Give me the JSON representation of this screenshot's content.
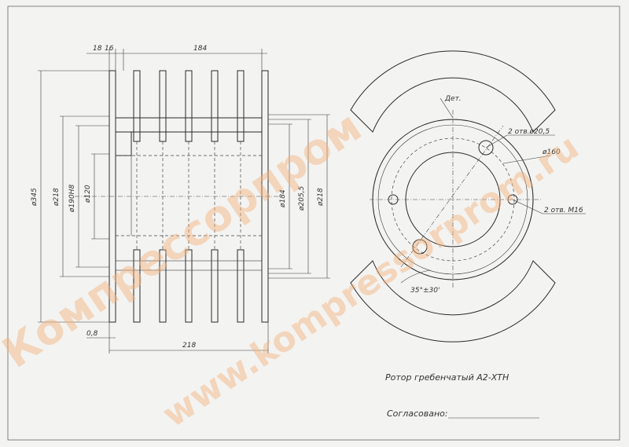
{
  "drawing": {
    "dims": {
      "d18": "18",
      "d16": "16",
      "d184_top": "184",
      "d345": "ø345",
      "d218_left": "ø218",
      "d190": "ø190H8",
      "d120": "ø120",
      "d184_right": "ø184",
      "d205": "ø205,5",
      "d218_right": "ø218",
      "d08": "0,8",
      "d218_bottom": "218"
    },
    "labels": {
      "det": "Дет.",
      "holes": "2 отв.ø20,5",
      "d160": "ø160",
      "thread": "2 отв. М16",
      "angle": "35°±30'"
    },
    "title": "Ротор гребенчатый А2-ХТН",
    "agreed": "Согласовано:"
  },
  "watermark": {
    "line1": "Компрессорпром",
    "line2": "www.kompressorprom.ru",
    "color": "#f3b17c"
  }
}
